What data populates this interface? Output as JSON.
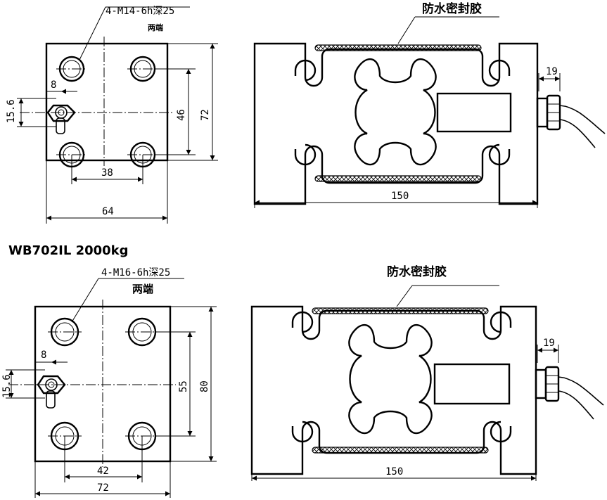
{
  "top": {
    "hole_spec": "4-M14-6h深25",
    "hole_ends": "两端",
    "seal_label": "防水密封胶",
    "dim_8": "8",
    "dim_15_6": "15.6",
    "dim_46": "46",
    "dim_72": "72",
    "dim_38": "38",
    "dim_64": "64",
    "dim_19": "19",
    "dim_150": "150"
  },
  "bottom": {
    "model_title": "WB702IL  2000kg",
    "hole_spec": "4-M16-6h深25",
    "hole_ends": "两端",
    "seal_label": "防水密封胶",
    "dim_8": "8",
    "dim_15_6": "15.6",
    "dim_55": "55",
    "dim_80": "80",
    "dim_42": "42",
    "dim_72": "72",
    "dim_19": "19",
    "dim_150": "150"
  }
}
